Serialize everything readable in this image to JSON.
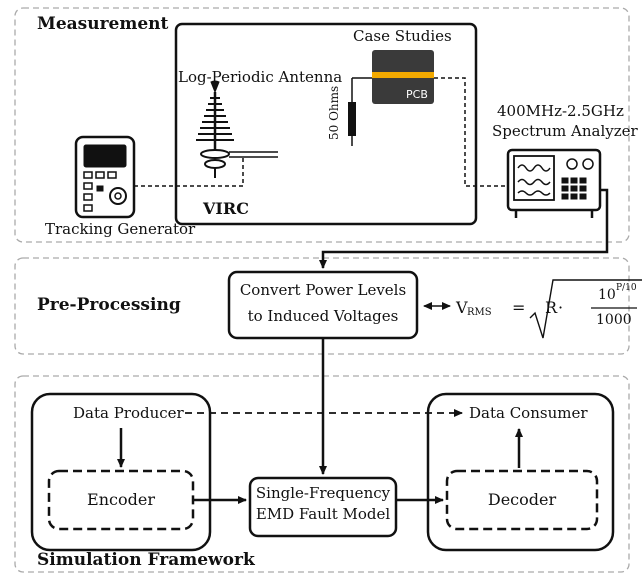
{
  "sections": {
    "measurement": "Measurement",
    "pre_processing": "Pre-Processing",
    "simulation": "Simulation Framework"
  },
  "measurement": {
    "chamber_label": "VIRC",
    "case_studies": "Case Studies",
    "pcb": "PCB",
    "antenna": "Log-Periodic Antenna",
    "resistor": "50 Ohms",
    "analyzer_line1": "400MHz-2.5GHz",
    "analyzer_line2": "Spectrum Analyzer",
    "tracking_generator": "Tracking Generator"
  },
  "pre_processing": {
    "box_line1": "Convert Power Levels",
    "box_line2": "to Induced Voltages",
    "formula": {
      "lhs": "V",
      "lhs_sub": "RMS",
      "equals": "=",
      "r": "R",
      "dot": "·",
      "numerator": "10",
      "exponent": "P/10",
      "denominator": "1000"
    }
  },
  "simulation": {
    "producer": "Data Producer",
    "encoder": "Encoder",
    "fault_line1": "Single-Frequency",
    "fault_line2": "EMD Fault Model",
    "consumer": "Data Consumer",
    "decoder": "Decoder"
  },
  "colors": {
    "pcb_fill": "#3a3a3a",
    "pcb_stripe": "#f2a900",
    "dashed_border": "#aaaaaa"
  }
}
